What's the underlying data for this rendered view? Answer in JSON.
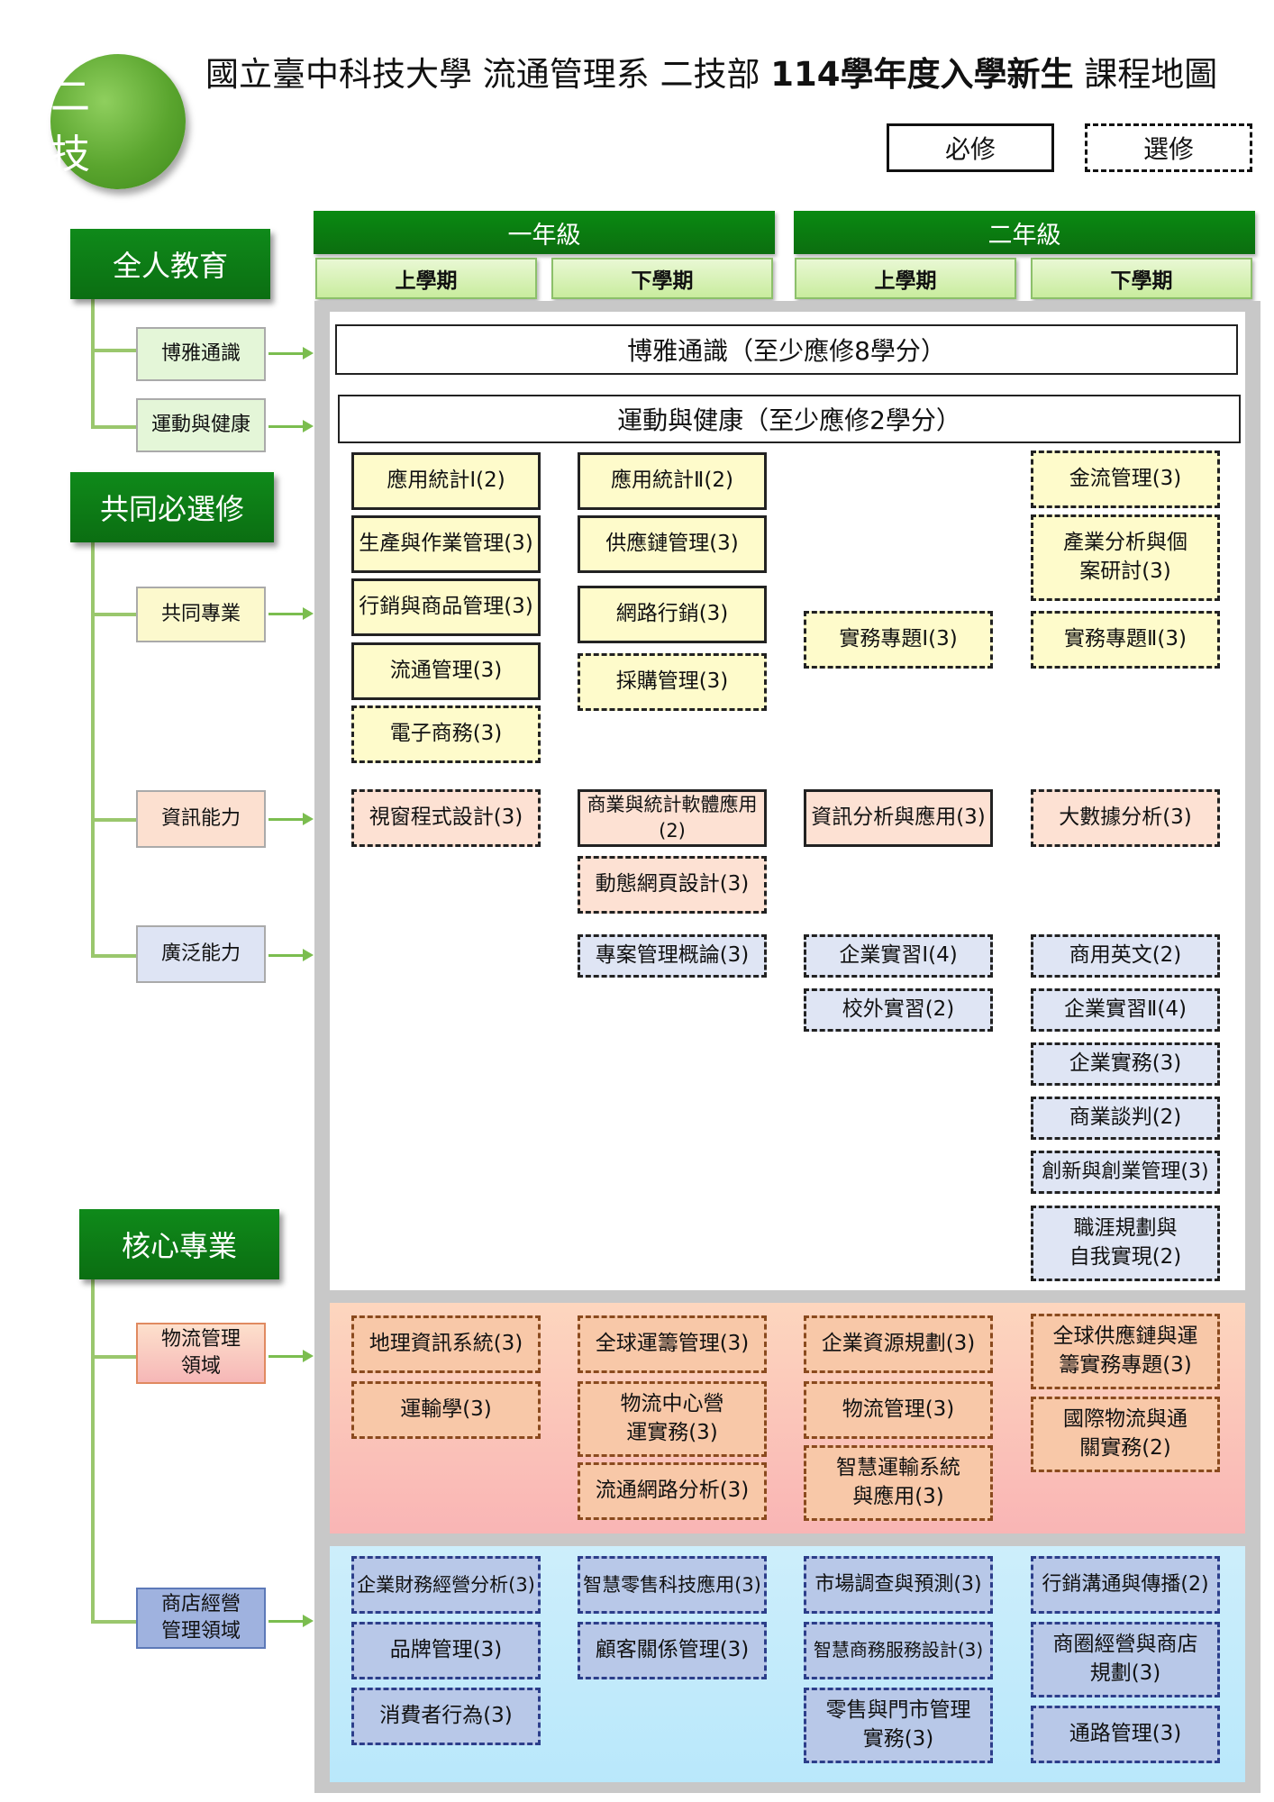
{
  "badge": "二 技",
  "title": {
    "main": "國立臺中科技大學 流通管理系 二技部 ",
    "bold": "114學年度入學新生",
    "end": " 課程地圖"
  },
  "legend": {
    "required": "必修",
    "elective": "選修"
  },
  "years": [
    "一年級",
    "二年級"
  ],
  "semesters": [
    "上學期",
    "下學期",
    "上學期",
    "下學期"
  ],
  "categories": {
    "general": "全人教育",
    "common": "共同必選修",
    "core": "核心專業"
  },
  "subs": {
    "liberal": "博雅通識",
    "sports": "運動與健康",
    "common_pro": "共同專業",
    "info": "資訊能力",
    "broad": "廣泛能力",
    "logistics": "物流管理領域",
    "store": "商店經營管理領域"
  },
  "wide": {
    "liberal": "博雅通識（至少應修8學分）",
    "sports": "運動與健康（至少應修2學分）"
  },
  "courses": {
    "c1": "應用統計Ⅰ(2)",
    "c2": "生產與作業管理(3)",
    "c3": "行銷與商品管理(3)",
    "c4": "流通管理(3)",
    "c5": "電子商務(3)",
    "c6": "應用統計Ⅱ(2)",
    "c7": "供應鏈管理(3)",
    "c8": "網路行銷(3)",
    "c9": "採購管理(3)",
    "c10": "實務專題Ⅰ(3)",
    "c11": "金流管理(3)",
    "c12": "產業分析與個案研討(3)",
    "c13": "實務專題Ⅱ(3)",
    "i1": "視窗程式設計(3)",
    "i2": "商業與統計軟體應用(2)",
    "i3": "動態網頁設計(3)",
    "i4": "資訊分析與應用(3)",
    "i5": "大數據分析(3)",
    "b1": "專案管理概論(3)",
    "b2": "企業實習Ⅰ(4)",
    "b3": "校外實習(2)",
    "b4": "商用英文(2)",
    "b5": "企業實習Ⅱ(4)",
    "b6": "企業實務(3)",
    "b7": "商業談判(2)",
    "b8": "創新與創業管理(3)",
    "b9": "職涯規劃與自我實現(2)",
    "l1": "地理資訊系統(3)",
    "l2": "運輸學(3)",
    "l3": "全球運籌管理(3)",
    "l4": "物流中心營運實務(3)",
    "l5": "流通網路分析(3)",
    "l6": "企業資源規劃(3)",
    "l7": "物流管理(3)",
    "l8": "智慧運輸系統與應用(3)",
    "l9": "全球供應鏈與運籌實務專題(3)",
    "l10": "國際物流與通關實務(2)",
    "s1": "企業財務經營分析(3)",
    "s2": "品牌管理(3)",
    "s3": "消費者行為(3)",
    "s4": "智慧零售科技應用(3)",
    "s5": "顧客關係管理(3)",
    "s6": "市場調查與預測(3)",
    "s7": "智慧商務服務設計(3)",
    "s8": "零售與門市管理實務(3)",
    "s9": "行銷溝通與傳播(2)",
    "s10": "商圈經營與商店規劃(3)",
    "s11": "通路管理(3)"
  }
}
